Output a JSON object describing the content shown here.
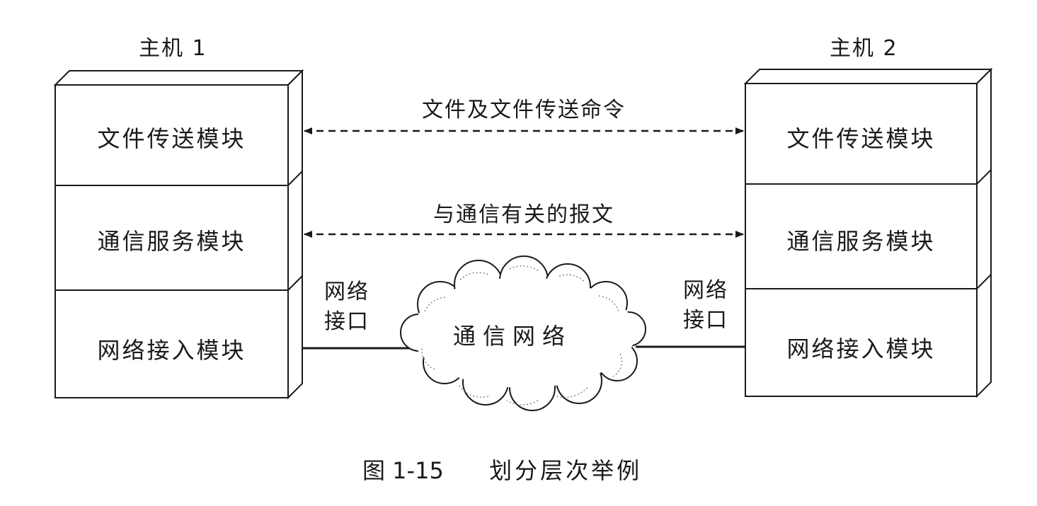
{
  "hosts": {
    "left": {
      "title": "主机 1",
      "modules": [
        "文件传送模块",
        "通信服务模块",
        "网络接入模块"
      ]
    },
    "right": {
      "title": "主机 2",
      "modules": [
        "文件传送模块",
        "通信服务模块",
        "网络接入模块"
      ]
    }
  },
  "messages": {
    "file": "文件及文件传送命令",
    "comm": "与通信有关的报文"
  },
  "interface": {
    "left_line1": "网络",
    "left_line2": "接口",
    "right_line1": "网络",
    "right_line2": "接口"
  },
  "network": {
    "label": "通信网络"
  },
  "caption": {
    "number": "图 1-15",
    "title": "划分层次举例"
  },
  "colors": {
    "stroke": "#1a1a1a",
    "background": "#ffffff"
  }
}
